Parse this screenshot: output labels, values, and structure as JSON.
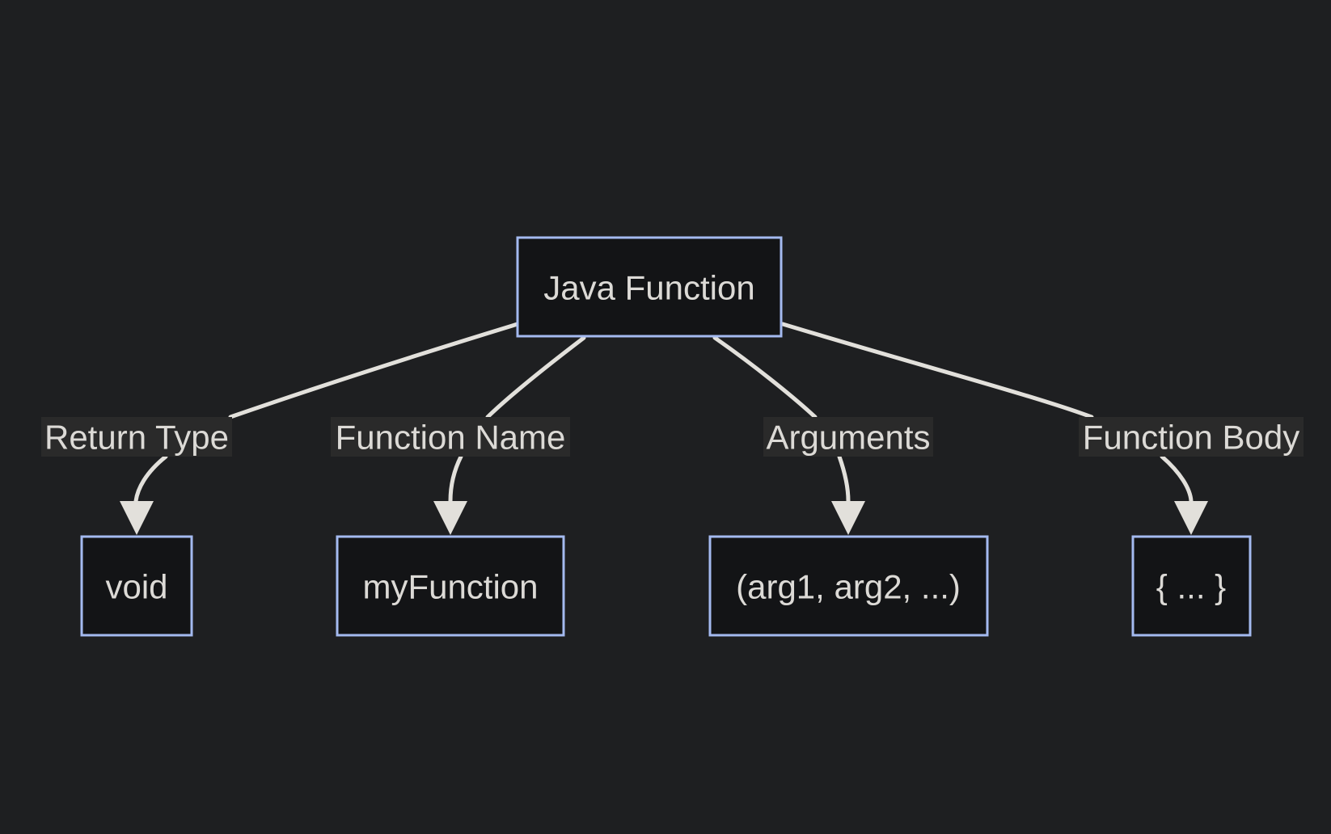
{
  "colors": {
    "background": "#1e1f21",
    "node_fill": "#131416",
    "node_border": "#a4baf0",
    "text": "#dcdad6",
    "edge": "#e2e0db",
    "label_bg": "#2a2a2a"
  },
  "nodes": {
    "root": {
      "label": "Java Function"
    },
    "return_type": {
      "label": "void"
    },
    "function_name": {
      "label": "myFunction"
    },
    "arguments": {
      "label": "(arg1, arg2, ...)"
    },
    "function_body": {
      "label": "{ ... }"
    }
  },
  "edges": {
    "return_type": {
      "label": "Return Type",
      "from": "root",
      "to": "return_type"
    },
    "function_name": {
      "label": "Function Name",
      "from": "root",
      "to": "function_name"
    },
    "arguments": {
      "label": "Arguments",
      "from": "root",
      "to": "arguments"
    },
    "function_body": {
      "label": "Function Body",
      "from": "root",
      "to": "function_body"
    }
  }
}
